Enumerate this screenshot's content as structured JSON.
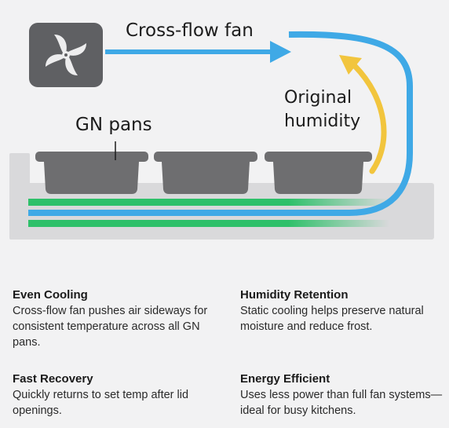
{
  "diagram": {
    "fan_label": "Cross-flow fan",
    "pans_label": "GN pans",
    "humidity_label_line1": "Original",
    "humidity_label_line2": "humidity",
    "colors": {
      "airflow": "#3fa9e6",
      "cooling": "#2ec06a",
      "humidity": "#f2c53d",
      "pan": "#6e6e70",
      "fan_box": "#5f6063",
      "cabinet": "#d9d9db"
    },
    "icons": [
      "fan-icon"
    ]
  },
  "features": [
    {
      "title": "Even Cooling",
      "text": "Cross-flow fan pushes air sideways for consistent temperature across all GN pans."
    },
    {
      "title": "Humidity Retention",
      "text": "Static cooling helps preserve natural moisture and reduce frost."
    },
    {
      "title": "Fast Recovery",
      "text": "Quickly returns to set temp after lid openings."
    },
    {
      "title": "Energy Efficient",
      "text": "Uses less power than full fan systems—ideal for busy kitchens."
    }
  ]
}
